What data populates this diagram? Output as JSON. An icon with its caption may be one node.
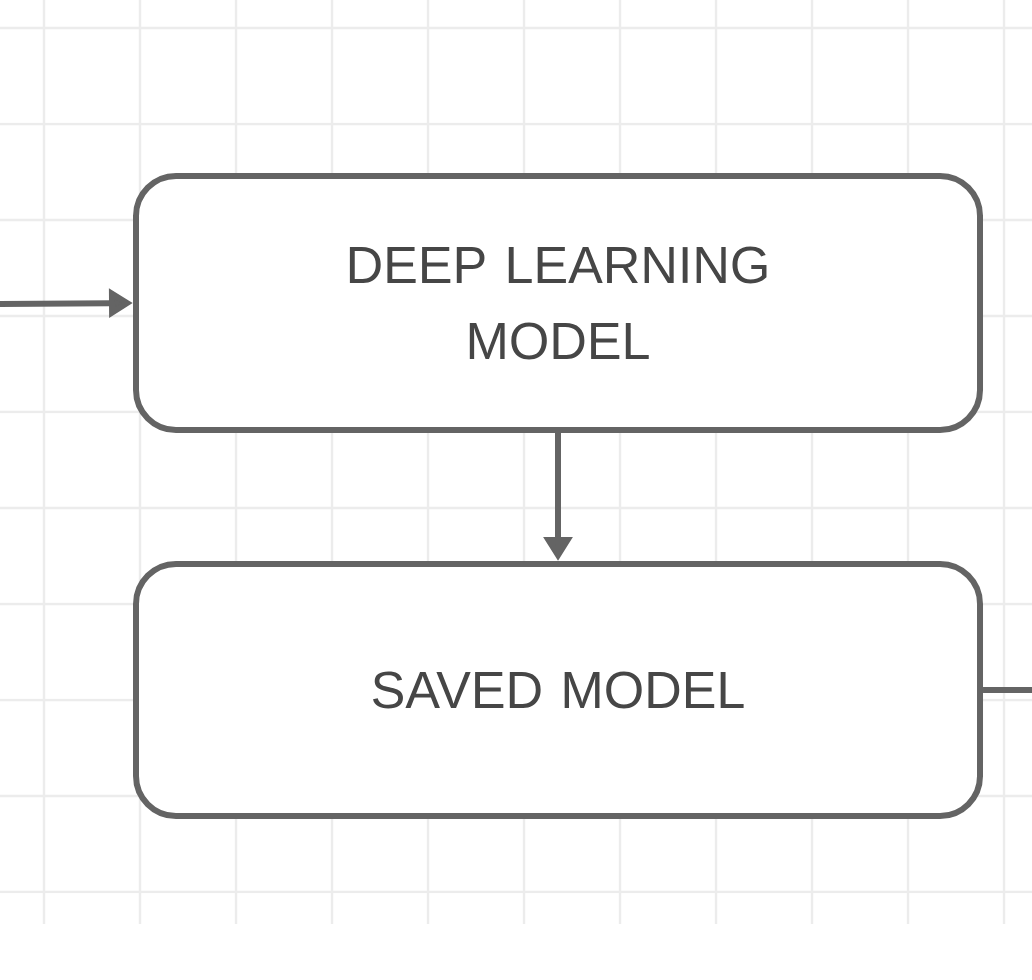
{
  "diagram": {
    "nodes": [
      {
        "text": [
          "DEEP LEARNING MODEL"
        ]
      },
      {
        "text": [
          "SAVED MODEL"
        ]
      }
    ],
    "edges": [
      {
        "from": null,
        "to": 0,
        "arrow": "to"
      },
      {
        "from": 0,
        "to": 1,
        "arrow": "to"
      },
      {
        "from": 1,
        "to": null,
        "arrow": "none"
      }
    ]
  }
}
